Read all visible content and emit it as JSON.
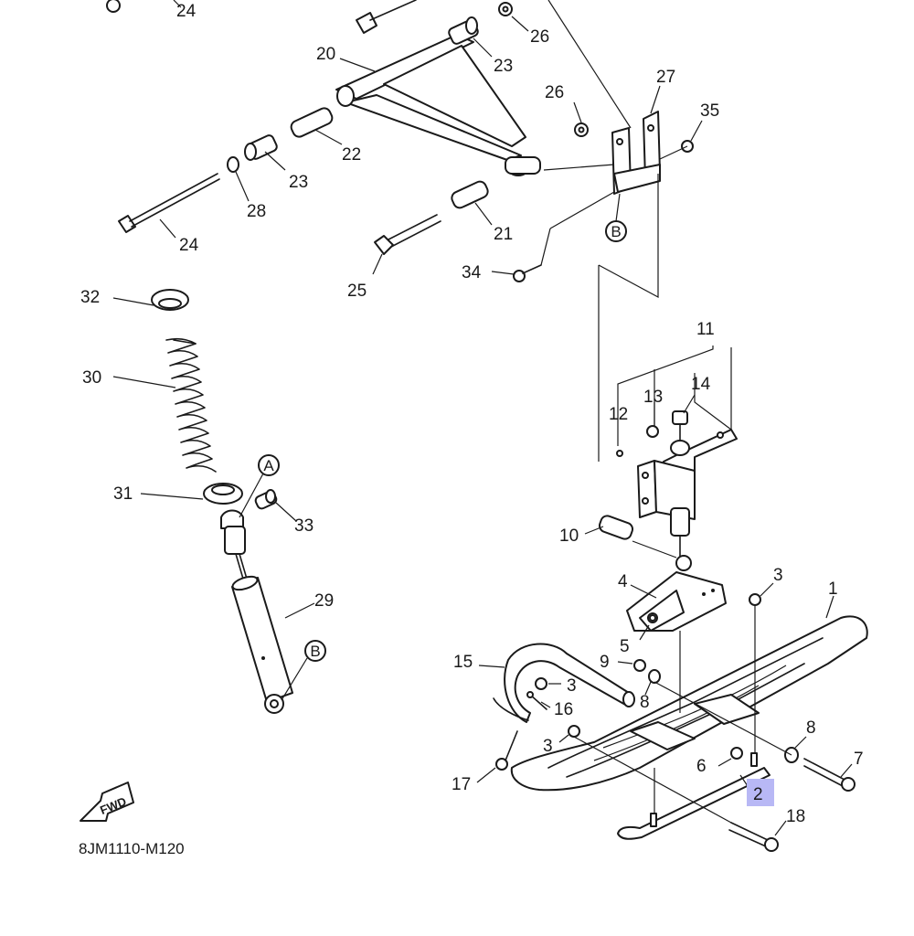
{
  "diagram": {
    "code": "8JM1110-M120",
    "fwd_label": "FWD",
    "reference_marks": [
      "A",
      "B",
      "B"
    ],
    "highlight_color": "#b8b8f5",
    "callouts": [
      "24",
      "26",
      "23",
      "20",
      "27",
      "26",
      "35",
      "22",
      "23",
      "28",
      "21",
      "24",
      "34",
      "25",
      "32",
      "30",
      "11",
      "13",
      "14",
      "12",
      "31",
      "33",
      "10",
      "4",
      "3",
      "1",
      "29",
      "5",
      "15",
      "9",
      "3",
      "8",
      "16",
      "3",
      "8",
      "7",
      "6",
      "17",
      "2",
      "18"
    ]
  }
}
